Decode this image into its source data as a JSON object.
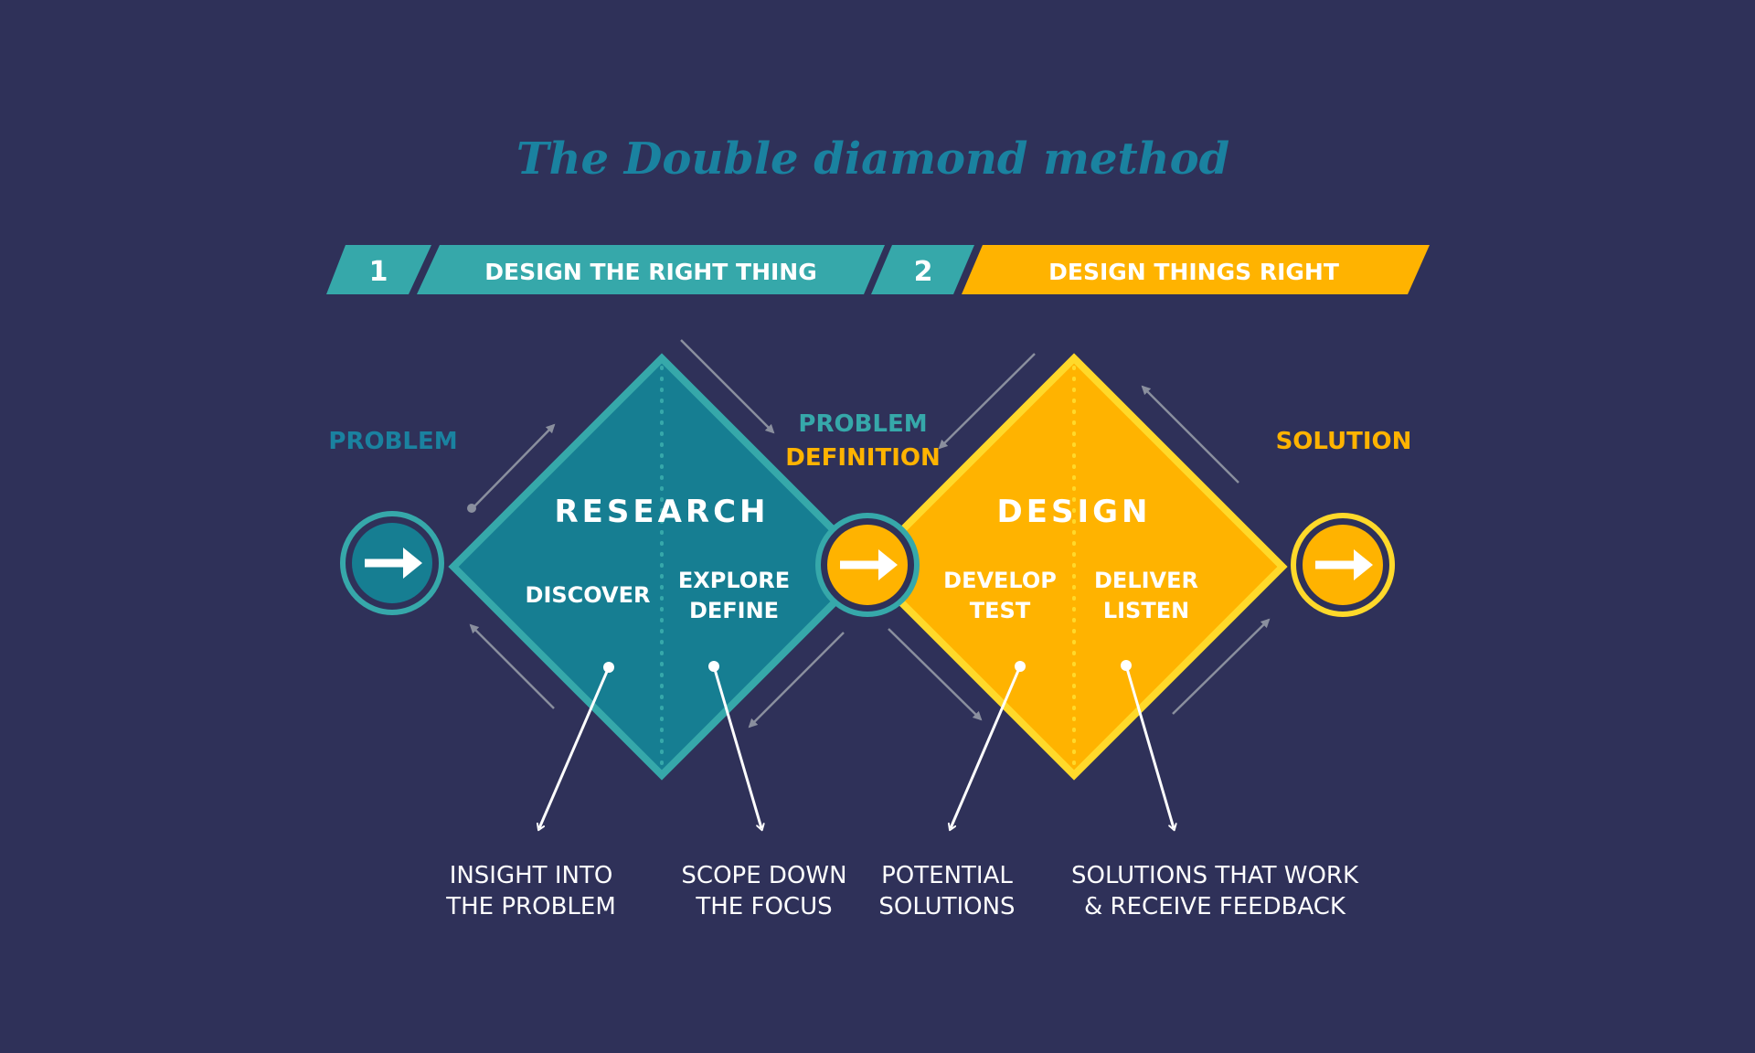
{
  "title": "The Double diamond method",
  "colors": {
    "background": "#2F3159",
    "teal_dark": "#167E92",
    "teal_light": "#36A8AA",
    "teal_text": "#1A82A0",
    "yellow": "#FFB300",
    "yellow_border": "#FFD92A",
    "white": "#FFFFFF",
    "grey_arrow": "#8A8F9E"
  },
  "banner": {
    "phase1_number": "1",
    "phase1_label": "DESIGN THE RIGHT THING",
    "phase2_number": "2",
    "phase2_label": "DESIGN THINGS RIGHT"
  },
  "stages": {
    "problem": "PROBLEM",
    "problem_definition_line1": "PROBLEM",
    "problem_definition_line2": "DEFINITION",
    "solution": "SOLUTION"
  },
  "diamond1": {
    "title": "RESEARCH",
    "left_label": "DISCOVER",
    "right_line1": "EXPLORE",
    "right_line2": "DEFINE"
  },
  "diamond2": {
    "title": "DESIGN",
    "left_line1": "DEVELOP",
    "left_line2": "TEST",
    "right_line1": "DELIVER",
    "right_line2": "LISTEN"
  },
  "outcomes": {
    "insight_line1": "INSIGHT INTO",
    "insight_line2": "THE PROBLEM",
    "scope_line1": "SCOPE DOWN",
    "scope_line2": "THE FOCUS",
    "potential_line1": "POTENTIAL",
    "potential_line2": "SOLUTIONS",
    "solutions_line1": "SOLUTIONS THAT WORK",
    "solutions_line2": "& RECEIVE FEEDBACK"
  },
  "icons": [
    "arrow-right-icon",
    "arrow-right-icon",
    "arrow-right-icon"
  ]
}
